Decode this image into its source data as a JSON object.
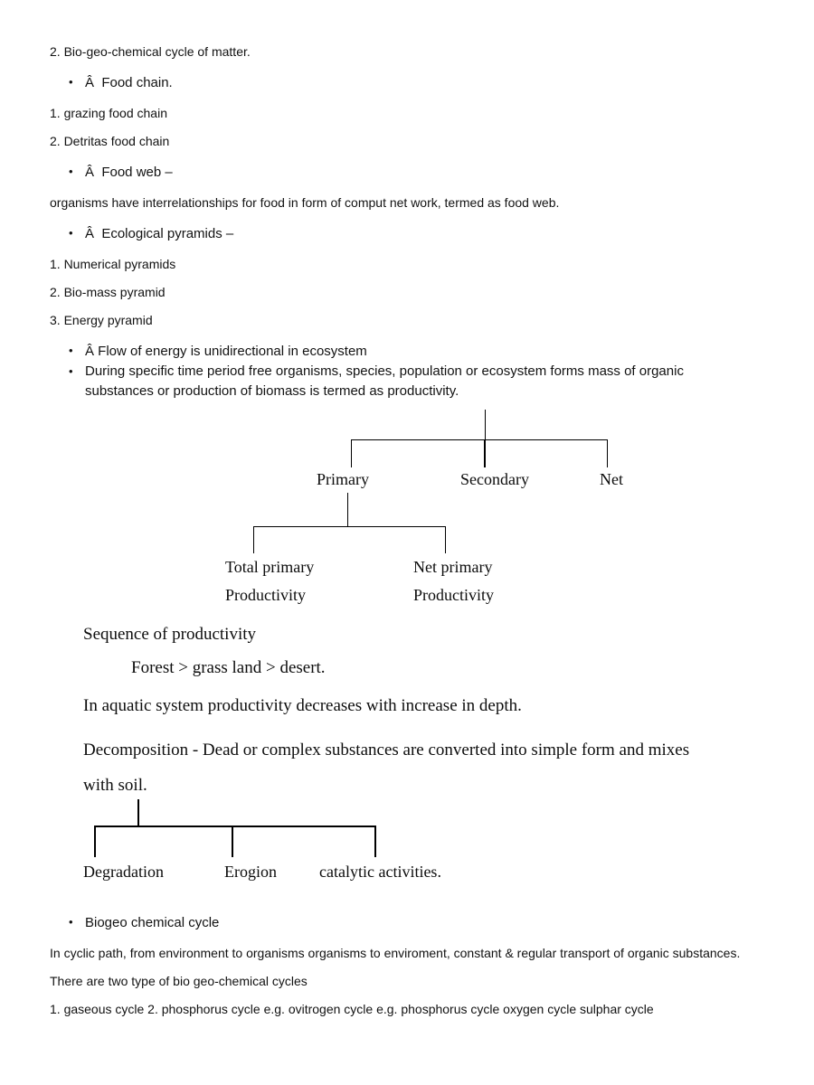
{
  "page": {
    "bg": "#ffffff",
    "text_color": "#121212",
    "bullet_char": "•"
  },
  "notes_top": {
    "para_biogeo_matter": "2. Bio-geo-chemical cycle of matter.",
    "bullet_food_chain": "Â  Food chain.",
    "item_grazing": "1. grazing food chain",
    "item_detritas": "2. Detritas food chain",
    "bullet_food_web": "Â  Food web –",
    "para_food_web": "organisms have interrelationships for food in form of comput net work, termed as food web.",
    "bullet_eco_pyramids": "Â  Ecological pyramids –",
    "item_numerical": "1. Numerical pyramids",
    "item_biomass": "2. Bio-mass pyramid",
    "item_energy": "3. Energy pyramid",
    "bullet_energy_flow": "Â Flow of energy is unidirectional in ecosystem",
    "bullet_productivity_def": "During specific time period free organisms, species, population or ecosystem forms mass of organic substances or production of biomass is termed as productivity."
  },
  "productivity_tree": {
    "branches": [
      "Primary",
      "Secondary",
      "Net"
    ],
    "primary_branches": [
      {
        "line1": "Total primary",
        "line2": "Productivity"
      },
      {
        "line1": "Net primary",
        "line2": "Productivity"
      }
    ]
  },
  "serif_notes": {
    "sequence_heading": "Sequence of productivity",
    "sequence_order": "Forest > grass land > desert.",
    "aquatic_note": "In aquatic system productivity decreases with increase in depth.",
    "decomposition_line1": "Decomposition - Dead or complex substances are converted into simple form and mixes",
    "decomposition_line2": "with soil."
  },
  "decomposition_tree": {
    "branches": [
      "Degradation",
      "Erogion",
      "catalytic activities."
    ]
  },
  "notes_bottom": {
    "bullet_biogeo_cycle": "Biogeo chemical cycle",
    "para_cyclic_path": "In cyclic path, from environment to organisms organisms to enviroment, constant & regular transport of organic substances.",
    "para_two_types": "There are two type of bio geo-chemical cycles",
    "para_cycle_examples": "1. gaseous cycle 2. phosphorus cycle e.g. ovitrogen cycle e.g. phosphorus cycle oxygen cycle sulphar cycle"
  }
}
